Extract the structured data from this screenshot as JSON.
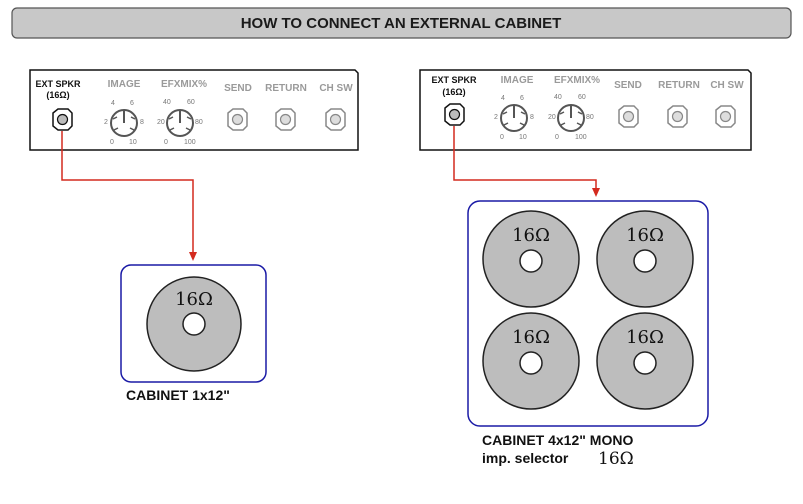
{
  "title": "HOW TO CONNECT AN EXTERNAL CABINET",
  "panel": {
    "ext_spkr": "EXT SPKR",
    "ext_spkr_ohm": "(16Ω)",
    "image": "IMAGE",
    "efxmix": "EFXMIX%",
    "send": "SEND",
    "return": "RETURN",
    "ch_sw": "CH SW",
    "image_ticks": [
      "2",
      "4",
      "6",
      "8",
      "0",
      "10"
    ],
    "efx_ticks": [
      "20",
      "40",
      "60",
      "80",
      "0",
      "100"
    ]
  },
  "speaker_label": "16Ω",
  "cabinet_1": {
    "caption": "CABINET 1x12\""
  },
  "cabinet_4": {
    "caption": "CABINET 4x12\" MONO",
    "selector_label": "imp. selector",
    "selector_value": "16Ω"
  },
  "colors": {
    "cable": "#d42a1e",
    "cabinet_border": "#1a1aa6",
    "speaker": "#bdbdbd",
    "title_bar": "#c8c8c8"
  }
}
